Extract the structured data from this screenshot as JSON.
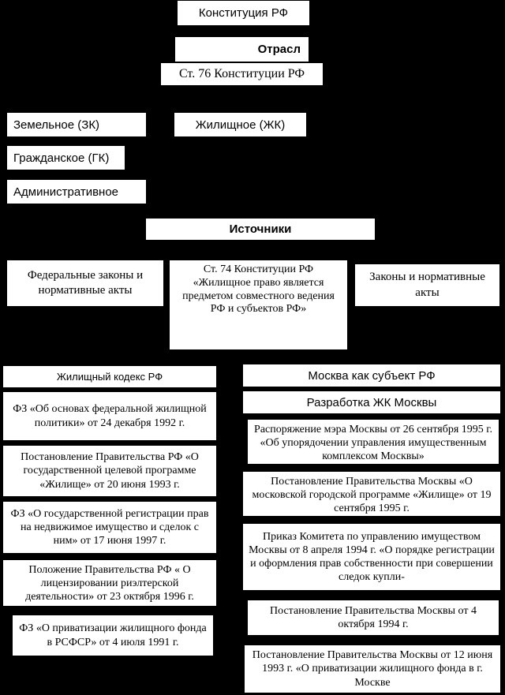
{
  "top": {
    "constitution": "Конституция РФ",
    "branch": "Отрасл",
    "art76": "Ст. 76 Конституции РФ"
  },
  "branches": {
    "land": "Земельное (ЗК)",
    "housing": "Жилищное (ЖК)",
    "civil": "Гражданское (ГК)",
    "admin": "Административное"
  },
  "sources": {
    "title": "Источники",
    "federal": "Федеральные законы и нормативные акты",
    "art74": "Ст. 74 Конституции РФ «Жилищное право является предметом совместного ведения РФ и субъектов РФ»",
    "regional": "Законы и нормативные акты"
  },
  "federal_list": [
    "Жилищный кодекс РФ",
    "ФЗ «Об основах федеральной жилищной политики» от 24 декабря 1992 г.",
    "Постановление Правительства РФ «О государственной целевой программе «Жилище» от 20 июня 1993 г.",
    "ФЗ «О государственной регистрации прав на недвижимое имущество и сделок с ним» от 17 июня 1997 г.",
    "Положение Правительства РФ « О лицензировании риэлтерской деятельности» от 23 октября 1996 г.",
    "ФЗ «О приватизации жилищного фонда в РСФСР» от 4 июля 1991 г."
  ],
  "moscow_list": [
    "Москва как субъект РФ",
    "Разработка ЖК Москвы",
    "Распоряжение мэра Москвы от 26 сентября 1995 г. «Об упорядочении управления имущественным комплексом Москвы»",
    "Постановление Правительства Москвы «О московской городской программе «Жилище» от 19 сентября 1995 г.",
    "Приказ Комитета по управлению имуществом Москвы от 8 апреля 1994 г. «О порядке регистрации и оформления прав собственности при совершении следок купли-",
    "Постановление Правительства Москвы от 4 октября 1994 г.",
    "Постановление Правительства Москвы от 12 июня 1993 г. «О приватизации жилищного фонда в г. Москве"
  ]
}
